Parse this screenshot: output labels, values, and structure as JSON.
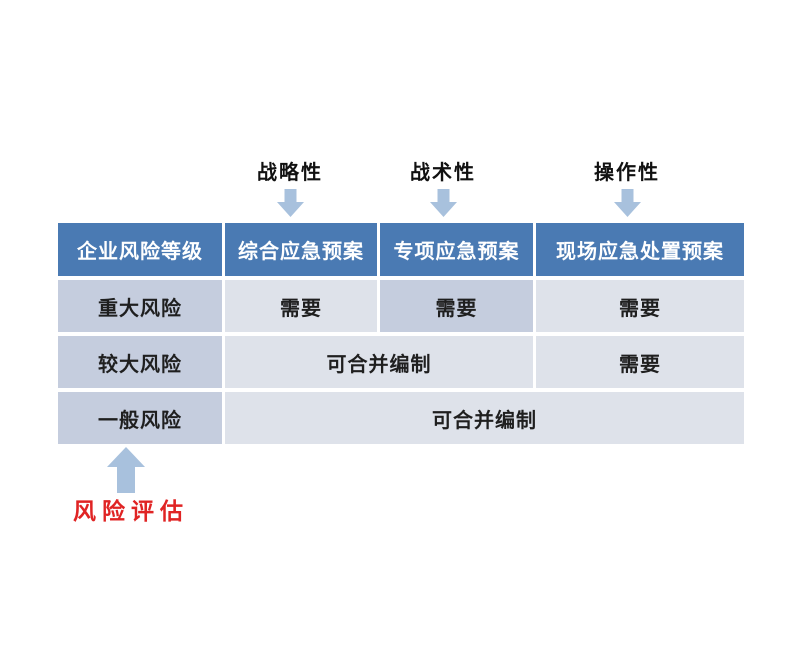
{
  "annotations": {
    "top_labels": [
      {
        "label": "战略性"
      },
      {
        "label": "战术性"
      },
      {
        "label": "操作性"
      }
    ],
    "bottom_label": "风险评估"
  },
  "table": {
    "headers": [
      "企业风险等级",
      "综合应急预案",
      "专项应急预案",
      "现场应急处置预案"
    ],
    "rows": [
      {
        "level": "重大风险",
        "cells": [
          {
            "text": "需要"
          },
          {
            "text": "需要"
          },
          {
            "text": "需要"
          }
        ]
      },
      {
        "level": "较大风险",
        "cells": [
          {
            "text": "可合并编制"
          },
          {
            "text": "需要"
          }
        ]
      },
      {
        "level": "一般风险",
        "cells": [
          {
            "text": "可合并编制"
          }
        ]
      }
    ]
  },
  "colors": {
    "header_bg": "#4a7ab3",
    "dark_cell_bg": "#c5cdde",
    "light_cell_bg": "#dee2ea",
    "arrow_fill": "#a8c1dd",
    "accent_red": "#e02424"
  }
}
